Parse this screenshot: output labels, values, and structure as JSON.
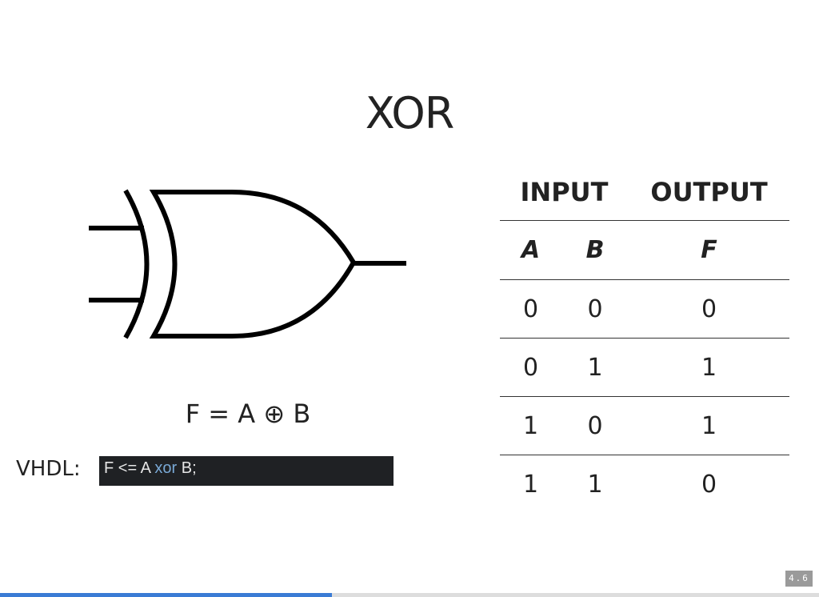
{
  "slide": {
    "title": "XOR",
    "formula": "F = A ⊕ B",
    "vhdl_label": "VHDL:",
    "code": {
      "pre": "F <= A ",
      "keyword": "xor",
      "post": " B;"
    }
  },
  "truth_table": {
    "group_headers": [
      "INPUT",
      "OUTPUT"
    ],
    "columns": [
      "A",
      "B",
      "F"
    ],
    "rows": [
      [
        "0",
        "0",
        "0"
      ],
      [
        "0",
        "1",
        "1"
      ],
      [
        "1",
        "0",
        "1"
      ],
      [
        "1",
        "1",
        "0"
      ]
    ]
  },
  "gate": {
    "icon": "xor-gate-icon"
  },
  "footer": {
    "slide_number": "4.6",
    "progress": 0.405
  },
  "colors": {
    "code_bg": "#1f2124",
    "keyword": "#79a9d6",
    "progress": "#3a7bd5"
  }
}
